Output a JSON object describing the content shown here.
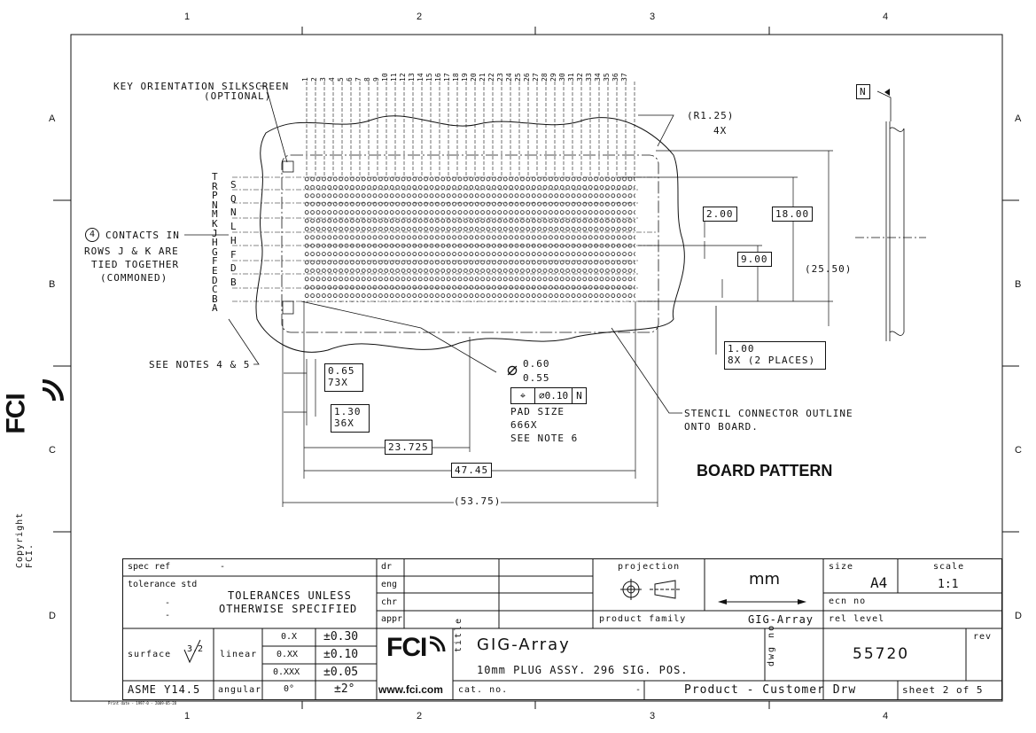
{
  "zones": {
    "top": [
      "1",
      "2",
      "3",
      "4"
    ],
    "bottom": [
      "1",
      "2",
      "3",
      "4"
    ],
    "left": [
      "A",
      "B",
      "C",
      "D"
    ],
    "right": [
      "A",
      "B",
      "C",
      "D"
    ]
  },
  "side": {
    "copyright": "Copyright FCI.",
    "logo": "FCI"
  },
  "drawing": {
    "key_note": "KEY ORIENTATION SILKSCREEN",
    "key_note_sub": "(OPTIONAL)",
    "column_numbers": [
      "1",
      "2",
      "3",
      "4",
      "5",
      "6",
      "7",
      "8",
      "9",
      "10",
      "11",
      "12",
      "13",
      "14",
      "15",
      "16",
      "17",
      "18",
      "19",
      "20",
      "21",
      "22",
      "23",
      "24",
      "25",
      "26",
      "27",
      "28",
      "29",
      "30",
      "31",
      "32",
      "33",
      "34",
      "35",
      "36",
      "37"
    ],
    "rows_left": [
      "T",
      "R",
      "P",
      "N",
      "M",
      "K",
      "J",
      "H",
      "G",
      "F",
      "E",
      "D",
      "C",
      "B",
      "A"
    ],
    "rows_right": [
      "S",
      "Q",
      "N",
      "L",
      "H",
      "F",
      "D",
      "B"
    ],
    "contacts_note_num": "4",
    "contacts_note": [
      "CONTACTS IN",
      "ROWS J & K ARE",
      "TIED TOGETHER",
      "(COMMONED)"
    ],
    "see_notes": "SEE NOTES 4 & 5",
    "radius": "(R1.25)",
    "radius_qty": "4X",
    "dim_2": "2.00",
    "dim_18": "18.00",
    "dim_9": "9.00",
    "dim_25": "(25.50)",
    "dim_1": "1.00",
    "dim_1_note": "8X (2 PLACES)",
    "dim_065": "0.65",
    "dim_065_qty": "73X",
    "dim_130": "1.30",
    "dim_130_qty": "36X",
    "dim_23": "23.725",
    "dim_47": "47.45",
    "dim_53": "(53.75)",
    "pad_060": "0.60",
    "pad_055": "0.55",
    "gdt_tol": "0.10",
    "gdt_ref": "N",
    "pad_size": "PAD SIZE",
    "pad_qty": "666X",
    "see_note6": "SEE NOTE 6",
    "stencil": [
      "STENCIL CONNECTOR OUTLINE",
      "ONTO BOARD."
    ],
    "board_pattern": "BOARD PATTERN",
    "datum": "N"
  },
  "titleblock": {
    "spec_ref": "spec ref",
    "spec_ref_val": "-",
    "tolerance_std": "tolerance std",
    "tol_dash1": "-",
    "tol_dash2": "-",
    "tolerances_line1": "TOLERANCES UNLESS",
    "tolerances_line2": "OTHERWISE SPECIFIED",
    "dr": "dr",
    "eng": "eng",
    "chr": "chr",
    "appr": "appr",
    "projection": "projection",
    "units": "mm",
    "size_label": "size",
    "size_val": "A4",
    "scale_label": "scale",
    "scale_val": "1:1",
    "ecn_no": "ecn no",
    "product_family": "product family",
    "product_family_val": "GIG-Array",
    "rel_level": "rel level",
    "surface": "surface",
    "surface_val": "3.2",
    "linear": "linear",
    "lin_rows": [
      {
        "fmt": "0.X",
        "tol": "±0.30"
      },
      {
        "fmt": "0.XX",
        "tol": "±0.10"
      },
      {
        "fmt": "0.XXX",
        "tol": "±0.05"
      }
    ],
    "asme": "ASME Y14.5",
    "angular": "angular",
    "ang_fmt": "0°",
    "ang_tol": "±2°",
    "logo": "FCI",
    "website": "www.fci.com",
    "title_label": "title",
    "title": "GIG-Array",
    "subtitle": "10mm PLUG ASSY. 296 SIG. POS.",
    "dwg_no_label": "dwg no",
    "dwg_no": "55720",
    "rev": "rev",
    "cat_no": "cat. no.",
    "cat_no_val": "-",
    "drawing_type": "Product - Customer Drw",
    "sheet": "sheet 2 of 5"
  },
  "footer": {
    "tiny": "Print date - 1997-0 - 2009-05-28"
  }
}
